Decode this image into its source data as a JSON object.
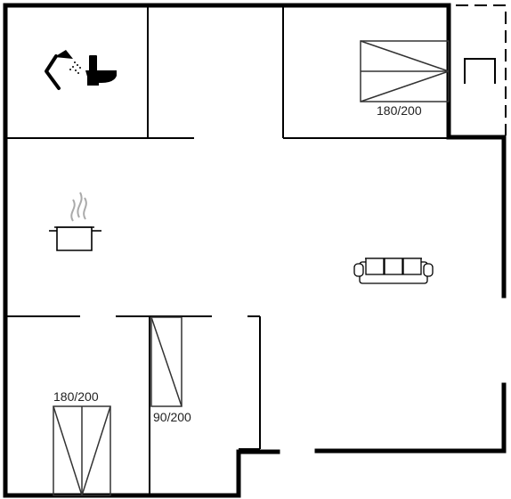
{
  "colors": {
    "wall": "#000000",
    "line": "#333333",
    "steam": "#aaaaaa",
    "fixture": "#000000"
  },
  "icons": {
    "bathroom": [
      "shower-icon",
      "toilet-icon"
    ],
    "kitchen": "cooking-pot-icon",
    "living": "sofa-icon"
  },
  "beds": {
    "bedroom_top": {
      "label": "180/200"
    },
    "bedroom_left": {
      "label": "180/200"
    },
    "bedroom_middle": {
      "label": "90/200"
    }
  }
}
